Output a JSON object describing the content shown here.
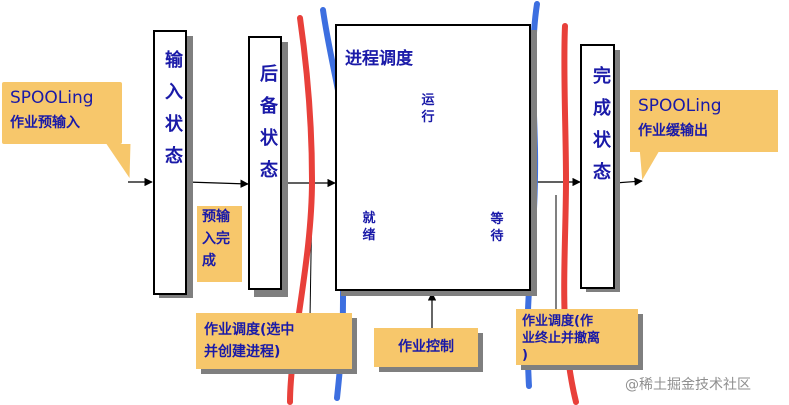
{
  "stages": {
    "input_state": "输入状态",
    "backup_state": "后备状态",
    "completed_state": "完成状态"
  },
  "process_scheduling": {
    "title": "进程调度",
    "running": "运行",
    "ready": "就绪",
    "waiting": "等待"
  },
  "callouts": {
    "spooling_input": {
      "line1": "SPOOLing",
      "line2": "作业预输入"
    },
    "spooling_output": {
      "line1": "SPOOLing",
      "line2": "作业缓输出"
    }
  },
  "notes": {
    "preinput_done": {
      "line1": "预输",
      "line2": "入完",
      "line3": "成"
    },
    "job_sched_create": {
      "line1": "作业调度(选中",
      "line2": "并创建进程)"
    },
    "job_control": "作业控制",
    "job_sched_finish": {
      "line1": "作业调度(作",
      "line2": "业终止并撤离",
      "line3": ")"
    }
  },
  "watermark": "@稀土掘金技术社区",
  "colors": {
    "text_blue": "#1a1aa8",
    "note_fill": "#f7c76b",
    "shadow": "#7f7f7f",
    "pen_red": "#e8403a",
    "pen_blue": "#3d6fe0"
  }
}
